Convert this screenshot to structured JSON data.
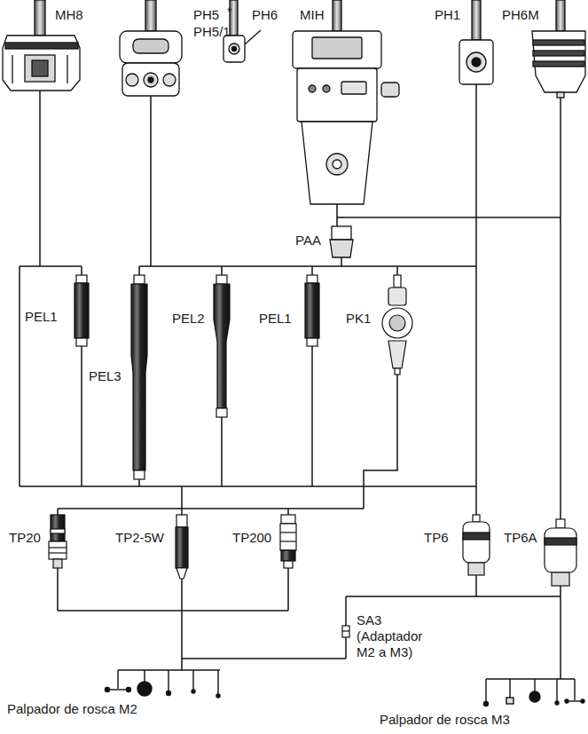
{
  "diagram": {
    "labels": [
      "MH8",
      "PH5",
      "*",
      "PH5/1",
      "PH6",
      "MIH",
      "PH1",
      "PH6M",
      "PAA",
      "PEL1",
      "PEL3",
      "PEL2",
      "PEL1",
      "PK1",
      "TP6",
      "TP6A",
      "TP20",
      "TP2-5W",
      "TP200",
      "SA3",
      "(Adaptador M2 a M3)",
      "Palpador de rosca M2",
      "Palpador de rosca M3"
    ]
  }
}
